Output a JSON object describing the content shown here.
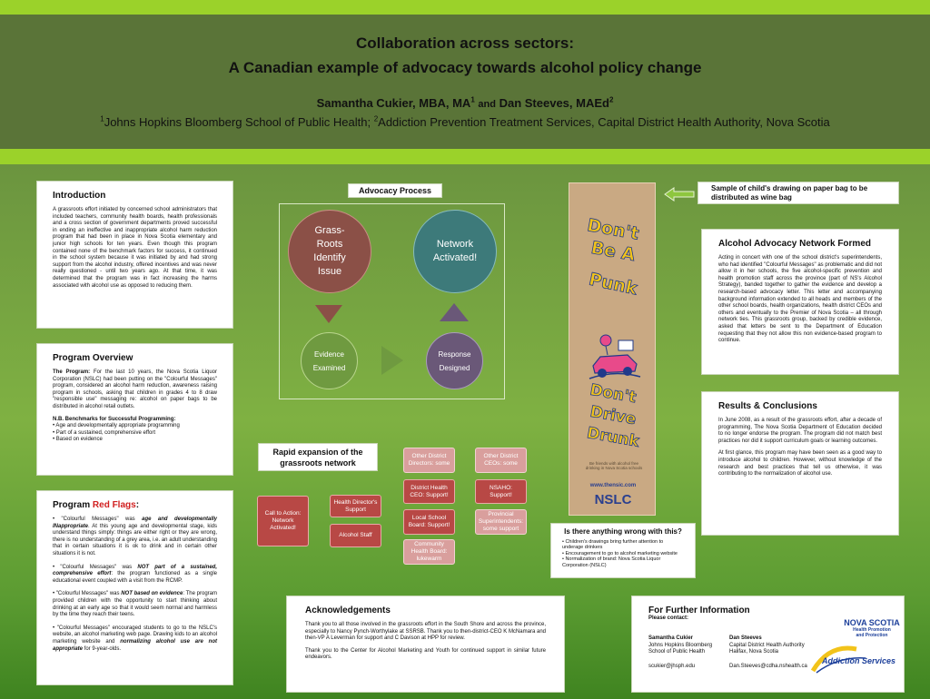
{
  "header": {
    "title_line1": "Collaboration across sectors:",
    "title_line2": "A Canadian example of advocacy towards alcohol policy change",
    "author1": "Samantha Cukier, MBA, MA",
    "author1_sup": "1",
    "and": "and",
    "author2": "Dan Steeves, MAEd",
    "author2_sup": "2",
    "affil1_sup": "1",
    "affil1": "Johns Hopkins Bloomberg School of Public Health; ",
    "affil2_sup": "2",
    "affil2": "Addiction Prevention Treatment Services, Capital District Health Authority, Nova Scotia"
  },
  "introduction": {
    "title": "Introduction",
    "text": "A grassroots effort initiated by concerned school administrators that included teachers, community health boards, health professionals and a cross section of government departments proved successful in ending an ineffective and inappropriate alcohol harm reduction program that had been in place in Nova Scotia elementary and junior high schools for ten years. Even though this program contained none of the benchmark factors for success, it continued in the school system because it was initiated by and had strong support from the alcohol industry, offered incentives and was never really questioned - until two years ago. At that time, it was determined that the program was in fact increasing the harms associated with alcohol use as opposed to reducing them."
  },
  "overview": {
    "title": "Program Overview",
    "lead": "The Program:",
    "text": " For the last 10 years, the Nova Scotia Liquor Corporation (NSLC) had been putting on the \"Colourful Messages\" program, considered an alcohol harm reduction, awareness raising program in schools, asking that children in grades 4 to 8 draw \"responsible use\" messaging re: alcohol on paper bags to be distributed in alcohol retail outlets.",
    "bench_title": "N.B. Benchmarks for Successful Programming:",
    "bench": [
      "• Age and developmentally appropriate programming",
      "• Part of a sustained, comprehensive effort",
      "• Based on evidence"
    ]
  },
  "redflags": {
    "title_a": "Program ",
    "title_b": "Red Flags",
    "title_c": ":",
    "item1_a": "• \"Colourful Messages\" was ",
    "item1_b": "age and developmentally INappropriate",
    "item1_c": ". At this young age and developmental stage, kids understand things simply: things are either right or they are wrong, there is no understanding of a grey area, i.e. an adult understanding that in certain situations it is ok to drink and in certain other situations it is not.",
    "item2_a": "• \"Colourful Messages\" was ",
    "item2_b": "NOT part of a sustained, comprehensive effort",
    "item2_c": ": the program functioned as a single educational event coupled with a visit from the RCMP.",
    "item3_a": "• \"Colourful Messages\" was ",
    "item3_b": "NOT based on evidence",
    "item3_c": ": The program provided children with the opportunity to start thinking about drinking at an early age so that it would seem normal and harmless by the time they reach their teens.",
    "item4_a": "• \"Colourful Messages\" encouraged students to go to the NSLC's website, an alcohol marketing web page. Drawing kids to an alcohol marketing website and ",
    "item4_b": "normalizing alcohol use are not appropriate",
    "item4_c": " for 9-year-olds."
  },
  "advocacy": {
    "label": "Advocacy Process",
    "grassroots": "Grass-Roots Identify Issue",
    "network": "Network Activated!",
    "evidence_1": "Evidence",
    "evidence_2": "Examined",
    "response_1": "Response",
    "response_2": "Designed"
  },
  "rapid": {
    "label": "Rapid expansion of the grassroots network",
    "call": "Call to Action: Network Activated!",
    "hd": "Health Director's Support",
    "alcohol": "Alcohol Staff",
    "odd": "Other District Directors: some",
    "dhc": "District Health CEO: Support!",
    "lsb": "Local School Board: Support!",
    "chb": "Community Health Board: lukewarm",
    "oce": "Other District CEOs: some",
    "nsaho": "NSAHO: Support!",
    "psi": "Provincial Superintendents: some support"
  },
  "bag": {
    "line1": "Don't",
    "line2": "Be A",
    "line3": "Punk",
    "line4": "Don't",
    "line5": "Drive",
    "line6": "Drunk",
    "fine": "Be friends with alcohol free drinking in Nova Scotia schools",
    "url": "www.thensic.com",
    "brand": "NSLC"
  },
  "caption": {
    "text": "Sample of child's drawing on paper bag to be distributed as wine bag"
  },
  "network_formed": {
    "title": "Alcohol Advocacy Network Formed",
    "text": "Acting in concert with one of the school district's superintendents, who had identified \"Colourful Messages\" as problematic and did not allow it in her schools, the five alcohol-specific prevention and health promotion staff across the province (part of NS's Alcohol Strategy), banded together to gather the evidence and develop a research-based advocacy letter. This letter and accompanying background information extended to all heads and members of the other school boards, health organizations, health district CEOs and others and eventually to the Premier of Nova Scotia – all through network ties. This grassroots group, backed by credible evidence, asked that letters be sent to the Department of Education requesting that they not allow this non evidence-based program to continue."
  },
  "results": {
    "title": "Results & Conclusions",
    "p1": "In June 2008, as a result of the grassroots effort, after a decade of programming, The Nova Scotia Department of Education decided to no longer endorse the program. The program did not match best practices nor did it support curriculum goals or learning outcomes.",
    "p2": "At first glance, this program may have been seen as a good way to introduce alcohol to children. However, without knowledge of the research and best practices that tell us otherwise, it was contributing to the normalization of alcohol use."
  },
  "wrong": {
    "title": "Is there anything wrong with this?",
    "items": [
      "• Children's drawings bring further attention to underage drinkers",
      "• Encouragement to go to alcohol marketing website",
      "• Normalization of brand: Nova Scotia Liquor Corporation (NSLC)"
    ]
  },
  "ack": {
    "title": "Acknowledgements",
    "p1": "Thank you to all those involved in the grassroots effort in the South Shore and across the province, especially to Nancy Pynch-Worthylake at SSRSB. Thank you to then-district-CEO K McNamara and then-VP A Leverman for support and C Davison at HPP for review.",
    "p2": "Thank you to the Center for Alcohol Marketing and Youth for continued support in similar future endeavors."
  },
  "further": {
    "title": "For Further Information",
    "sub": "Please contact:",
    "c1_name": "Samantha Cukier",
    "c1_org1": "Johns Hopkins Bloomberg",
    "c1_org2": "School of Public Health",
    "c1_email": "scukier@jhsph.edu",
    "c2_name": "Dan Steeves",
    "c2_org1": "Capital District Health Authority",
    "c2_org2": "Halifax, Nova Scotia",
    "c2_email": "Dan.Steeves@cdha.nshealth.ca",
    "ns_name": "NOVA SCOTIA",
    "ns_sub1": "Health Promotion",
    "ns_sub2": "and Protection",
    "addiction": "Addiction Services"
  },
  "colors": {
    "header_bg": "#5a7438",
    "accent_bar": "#9bd22a",
    "red_flag": "#d12020",
    "grassroots": "#8b5047",
    "network": "#3d7a7a",
    "evidence": "#6f9a40",
    "response": "#6a5878",
    "node_red": "#b84845",
    "node_pink": "#d99f9d"
  }
}
